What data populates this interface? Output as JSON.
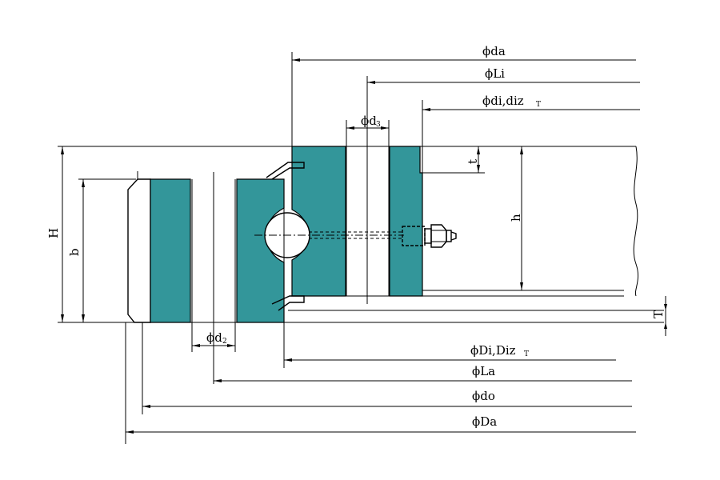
{
  "labels": {
    "da": "ϕda",
    "Li": "ϕLi",
    "di": "ϕdi,diz",
    "di_sub": "T",
    "d3": "ϕd",
    "d3_sub": "3",
    "t": "t",
    "h": "h",
    "H": "H",
    "b": "b",
    "T": "T",
    "d2": "ϕd",
    "d2_sub": "2",
    "Di": "ϕDi,Diz",
    "Di_sub": "T",
    "La": "ϕLa",
    "do": "ϕdo",
    "Da": "ϕDa"
  },
  "colors": {
    "ring_fill": "#33969a",
    "line": "#000000"
  }
}
